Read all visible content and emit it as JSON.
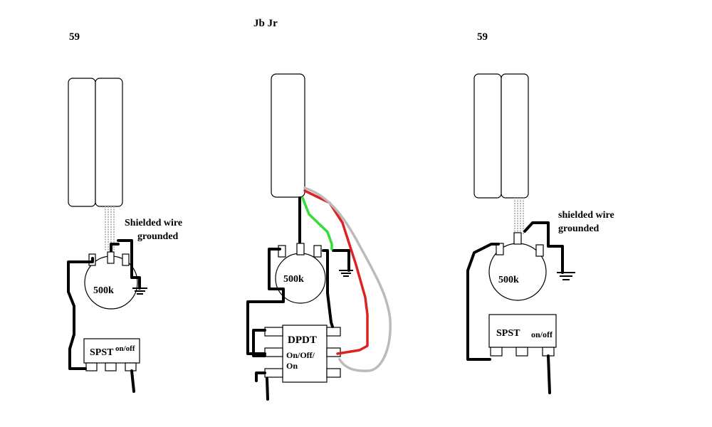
{
  "left": {
    "pickup_label": "59",
    "shield_note_line1": "Shielded wire",
    "shield_note_line2": "grounded",
    "pot_label": "500k",
    "switch_label": "SPST",
    "switch_sub": "on/off"
  },
  "middle": {
    "pickup_label": "Jb Jr",
    "pot_label": "500k",
    "switch_label": "DPDT",
    "switch_sub_line1": "On/Off/",
    "switch_sub_line2": "On"
  },
  "right": {
    "pickup_label": "59",
    "shield_note_line1": "shielded wire",
    "shield_note_line2": "grounded",
    "pot_label": "500k",
    "switch_label": "SPST",
    "switch_sub": "on/off"
  },
  "colors": {
    "wire_black": "#000000",
    "wire_green": "#33dd33",
    "wire_red": "#dd2222",
    "wire_gray": "#bbbbbb",
    "shield_gray": "#b8b8b8"
  }
}
